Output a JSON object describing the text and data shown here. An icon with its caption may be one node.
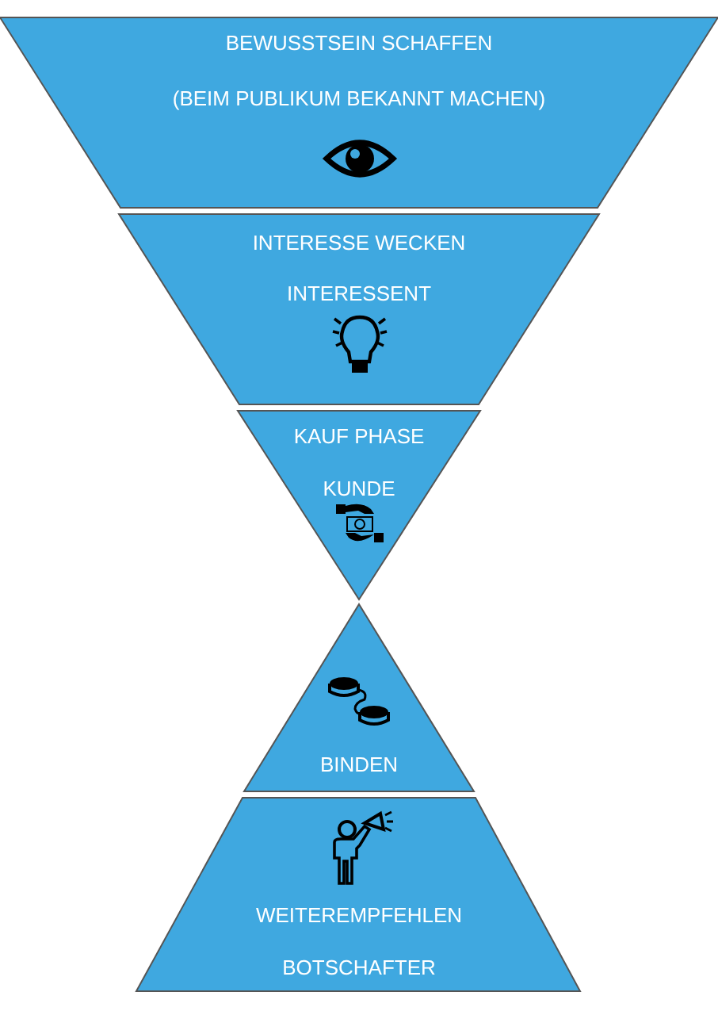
{
  "diagram": {
    "nodes": [
      {
        "text": [
          "BEWUSSTSEIN SCHAFFEN",
          "(BEIM PUBLIKUM BEKANNT MACHEN)"
        ]
      },
      {
        "text": [
          "INTERESSE WECKEN",
          "INTERESSENT"
        ]
      },
      {
        "text": [
          "KAUF PHASE",
          "KUNDE"
        ]
      },
      {
        "text": [
          "BINDEN"
        ]
      },
      {
        "text": [
          "WEITEREMPFEHLEN",
          "BOTSCHAFTER"
        ]
      }
    ],
    "edges": []
  }
}
